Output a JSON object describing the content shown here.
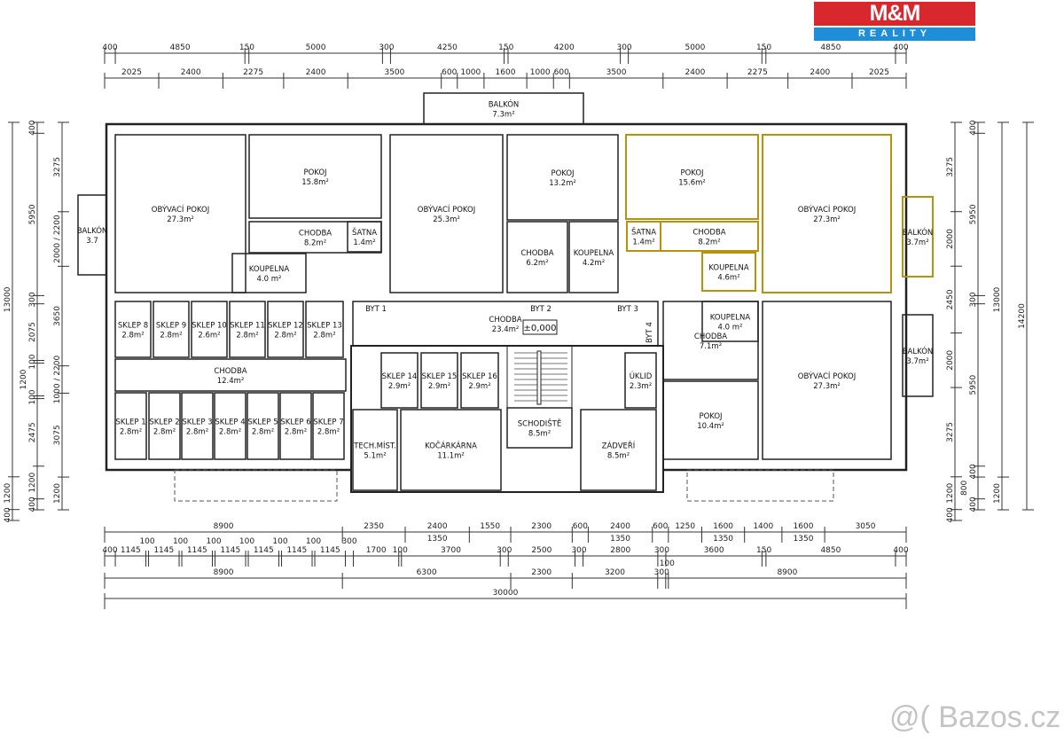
{
  "logo": {
    "brand": "M&M",
    "sub": "REALITY",
    "red": "#d9272e",
    "blue": "#1e8ed8"
  },
  "watermark": "@( Bazos.cz",
  "colors": {
    "wall": "#222222",
    "highlight": "#b8930a"
  },
  "level_marker": "±0,000",
  "unit_labels": {
    "byt1": "BYT 1",
    "byt2": "BYT 2",
    "byt3": "BYT 3",
    "byt4": "BYT 4"
  },
  "rooms": [
    {
      "id": "a1-obyvaci",
      "name": "OBÝVACÍ POKOJ",
      "area": "27.3m²"
    },
    {
      "id": "a1-pokoj",
      "name": "POKOJ",
      "area": "15.8m²"
    },
    {
      "id": "a1-chodba",
      "name": "CHODBA",
      "area": "8.2m²"
    },
    {
      "id": "a1-satna",
      "name": "ŠATNA",
      "area": "1.4m²"
    },
    {
      "id": "a1-koupelna",
      "name": "KOUPELNA",
      "area": "4.0 m²"
    },
    {
      "id": "a1-balkon",
      "name": "BALKÓN",
      "area": "3.7"
    },
    {
      "id": "a2-balkon",
      "name": "BALKÓN",
      "area": "7.3m²"
    },
    {
      "id": "a2-obyvaci",
      "name": "OBÝVACÍ POKOJ",
      "area": "25.3m²"
    },
    {
      "id": "a2-pokoj",
      "name": "POKOJ",
      "area": "13.2m²"
    },
    {
      "id": "a2-chodba",
      "name": "CHODBA",
      "area": "6.2m²"
    },
    {
      "id": "a2-koupelna",
      "name": "KOUPELNA",
      "area": "4.2m²"
    },
    {
      "id": "a3-pokoj",
      "name": "POKOJ",
      "area": "15.6m²",
      "highlight": true
    },
    {
      "id": "a3-satna",
      "name": "ŠATNA",
      "area": "1.4m²",
      "highlight": true
    },
    {
      "id": "a3-chodba",
      "name": "CHODBA",
      "area": "8.2m²",
      "highlight": true
    },
    {
      "id": "a3-koupelna",
      "name": "KOUPELNA",
      "area": "4.6m²",
      "highlight": true
    },
    {
      "id": "a3-obyvaci",
      "name": "OBÝVACÍ POKOJ",
      "area": "27.3m²",
      "highlight": true
    },
    {
      "id": "a3-balkon",
      "name": "BALKÓN",
      "area": "3.7m²",
      "highlight": true
    },
    {
      "id": "chodba-main",
      "name": "CHODBA",
      "area": "23.4m²"
    },
    {
      "id": "sklep8",
      "name": "SKLEP 8",
      "area": "2.8m²"
    },
    {
      "id": "sklep9",
      "name": "SKLEP 9",
      "area": "2.8m²"
    },
    {
      "id": "sklep10",
      "name": "SKLEP 10",
      "area": "2.6m²"
    },
    {
      "id": "sklep11",
      "name": "SKLEP 11",
      "area": "2.8m²"
    },
    {
      "id": "sklep12",
      "name": "SKLEP 12",
      "area": "2.8m²"
    },
    {
      "id": "sklep13",
      "name": "SKLEP 13",
      "area": "2.8m²"
    },
    {
      "id": "chodba-sklepy",
      "name": "CHODBA",
      "area": "12.4m²"
    },
    {
      "id": "sklep1",
      "name": "SKLEP 1",
      "area": "2.8m²"
    },
    {
      "id": "sklep2",
      "name": "SKLEP 2",
      "area": "2.8m²"
    },
    {
      "id": "sklep3",
      "name": "SKLEP 3",
      "area": "2.8m²"
    },
    {
      "id": "sklep4",
      "name": "SKLEP 4",
      "area": "2.8m²"
    },
    {
      "id": "sklep5",
      "name": "SKLEP 5",
      "area": "2.8m²"
    },
    {
      "id": "sklep6",
      "name": "SKLEP 6",
      "area": "2.8m²"
    },
    {
      "id": "sklep7",
      "name": "SKLEP 7",
      "area": "2.8m²"
    },
    {
      "id": "sklep14",
      "name": "SKLEP 14",
      "area": "2.9m²"
    },
    {
      "id": "sklep15",
      "name": "SKLEP 15",
      "area": "2.9m²"
    },
    {
      "id": "sklep16",
      "name": "SKLEP 16",
      "area": "2.9m²"
    },
    {
      "id": "tech",
      "name": "TECH.MÍST.",
      "area": "5.1m²"
    },
    {
      "id": "kocarkarna",
      "name": "KOČÁRKÁRNA",
      "area": "11.1m²"
    },
    {
      "id": "schodiste",
      "name": "SCHODIŠTĚ",
      "area": "8.5m²"
    },
    {
      "id": "uklid",
      "name": "ÚKLID",
      "area": "2.3m²"
    },
    {
      "id": "zadveri",
      "name": "ZÁDVEŘÍ",
      "area": "8.5m²"
    },
    {
      "id": "a4-koupelna",
      "name": "KOUPELNA",
      "area": "4.0 m²"
    },
    {
      "id": "a4-chodba",
      "name": "CHODBA",
      "area": "7.1m²"
    },
    {
      "id": "a4-pokoj",
      "name": "POKOJ",
      "area": "10.4m²"
    },
    {
      "id": "a4-obyvaci",
      "name": "OBÝVACÍ POKOJ",
      "area": "27.3m²"
    },
    {
      "id": "a4-balkon",
      "name": "BALKÓN",
      "area": "3.7m²"
    }
  ],
  "dimensions": {
    "top_1": [
      "400",
      "4850",
      "150",
      "5000",
      "300",
      "4250",
      "150",
      "4200",
      "300",
      "5000",
      "150",
      "4850",
      "400"
    ],
    "top_2": [
      "2025",
      "2400",
      "2275",
      "2400",
      "3500",
      "600",
      "1000",
      "1600",
      "1000",
      "600",
      "3500",
      "2400",
      "2275",
      "2400",
      "2025"
    ],
    "bottom_1": [
      "8900",
      "2350",
      "2400",
      "1550",
      "2300",
      "600",
      "2400",
      "600",
      "1250",
      "1600",
      "1400",
      "1600",
      "3050"
    ],
    "bottom_1_sub": [
      "",
      "",
      "1350",
      "",
      "",
      "",
      "1350",
      "",
      "",
      "1350",
      "",
      "1350",
      ""
    ],
    "bottom_2": [
      "400",
      "1145",
      "100",
      "1145",
      "100",
      "1145",
      "100",
      "1145",
      "100",
      "1145",
      "100",
      "1145",
      "100",
      "1145",
      "300",
      "1700",
      "100",
      "3700",
      "300",
      "2500",
      "300",
      "2800",
      "300",
      "3600",
      "150",
      "4850",
      "400"
    ],
    "bottom_3": [
      "8900",
      "6300",
      "2300",
      "3200",
      "300",
      "100",
      "8900"
    ],
    "bottom_4": [
      "30000"
    ],
    "left_1": [
      "13000",
      "1200",
      "400"
    ],
    "left_2": [
      "400",
      "5950",
      "300",
      "2075",
      "100",
      "1200",
      "100",
      "2475",
      "1200",
      "400"
    ],
    "left_3": [
      "3275",
      "2000 / 2200",
      "3650",
      "1000 / 2200",
      "3075",
      "1200"
    ],
    "right_1": [
      "3275",
      "2000",
      "2450",
      "2000",
      "3275",
      "1200",
      "400"
    ],
    "right_2": [
      "400",
      "5950",
      "300",
      "5950",
      "400",
      "800",
      "400"
    ],
    "right_3": [
      "13000",
      "1200"
    ],
    "right_4": [
      "14200"
    ]
  }
}
